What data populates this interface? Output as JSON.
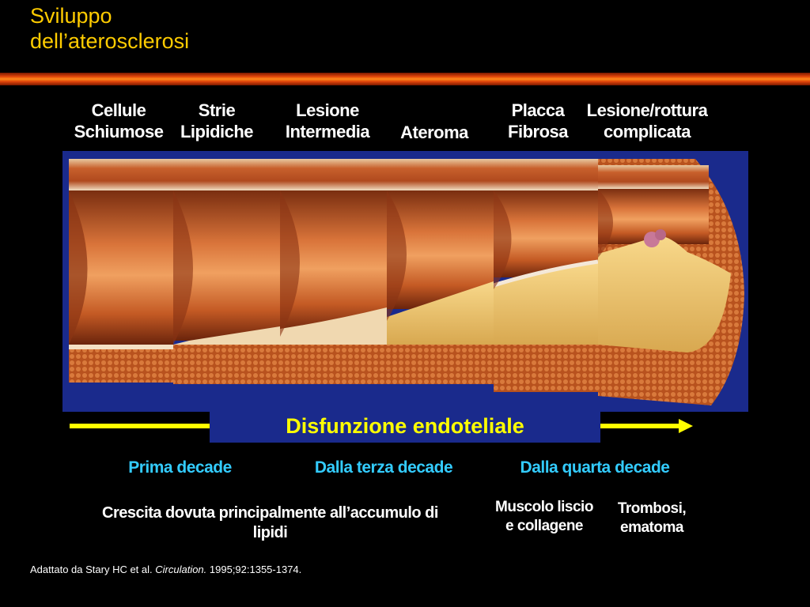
{
  "title_line1": "Sviluppo",
  "title_line2": "dell’aterosclerosi",
  "stages": [
    {
      "line1": "Cellule",
      "line2": "Schiumose"
    },
    {
      "line1": "Strie",
      "line2": "Lipidiche"
    },
    {
      "line1": "Lesione",
      "line2": "Intermedia"
    },
    {
      "line1": "Ateroma",
      "line2": ""
    },
    {
      "line1": "Placca",
      "line2": "Fibrosa"
    },
    {
      "line1": "Lesione/rottura",
      "line2": "complicata"
    }
  ],
  "banner": "Disfunzione endoteliale",
  "decades": [
    "Prima decade",
    "Dalla terza decade",
    "Dalla quarta decade"
  ],
  "descriptions": {
    "lipids_line1": "Crescita dovuta principalmente all’accumulo di",
    "lipids_line2": "lipidi",
    "muscle_line1": "Muscolo liscio",
    "muscle_line2": "e collagene",
    "thrombosis_line1": "Trombosi,",
    "thrombosis_line2": "ematoma"
  },
  "citation": {
    "prefix": "Adattato da Stary HC et al. ",
    "journal": "Circulation.",
    "suffix": " 1995;92:1355-1374."
  },
  "colors": {
    "title": "#ffcc00",
    "panel_bg": "#1a2a8c",
    "banner_text": "#ffff00",
    "arrow": "#ffff00",
    "decade_text": "#33ccff"
  }
}
